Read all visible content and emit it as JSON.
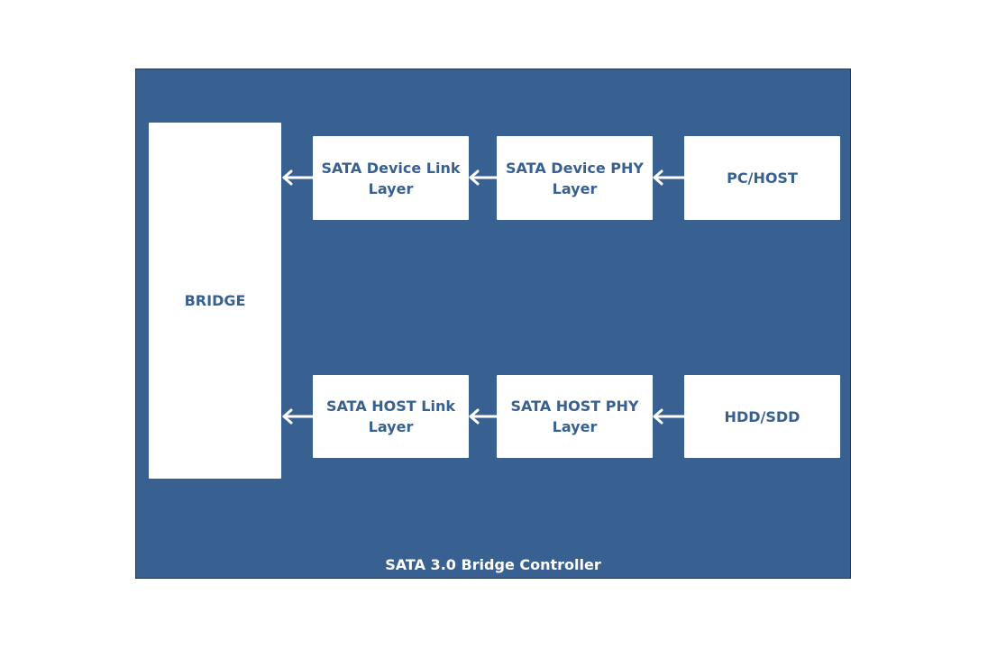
{
  "diagram": {
    "caption": "SATA 3.0 Bridge Controller",
    "blocks": {
      "bridge": "BRIDGE",
      "device_link": "SATA Device Link\nLayer",
      "device_phy": "SATA Device PHY\nLayer",
      "pc_host": "PC/HOST",
      "host_link": "SATA HOST Link\nLayer",
      "host_phy": "SATA HOST PHY\nLayer",
      "hdd_sdd": "HDD/SDD"
    },
    "colors": {
      "panel": "#386191",
      "block": "#ffffff",
      "block_text": "#386191",
      "arrow": "#ffffff"
    }
  }
}
